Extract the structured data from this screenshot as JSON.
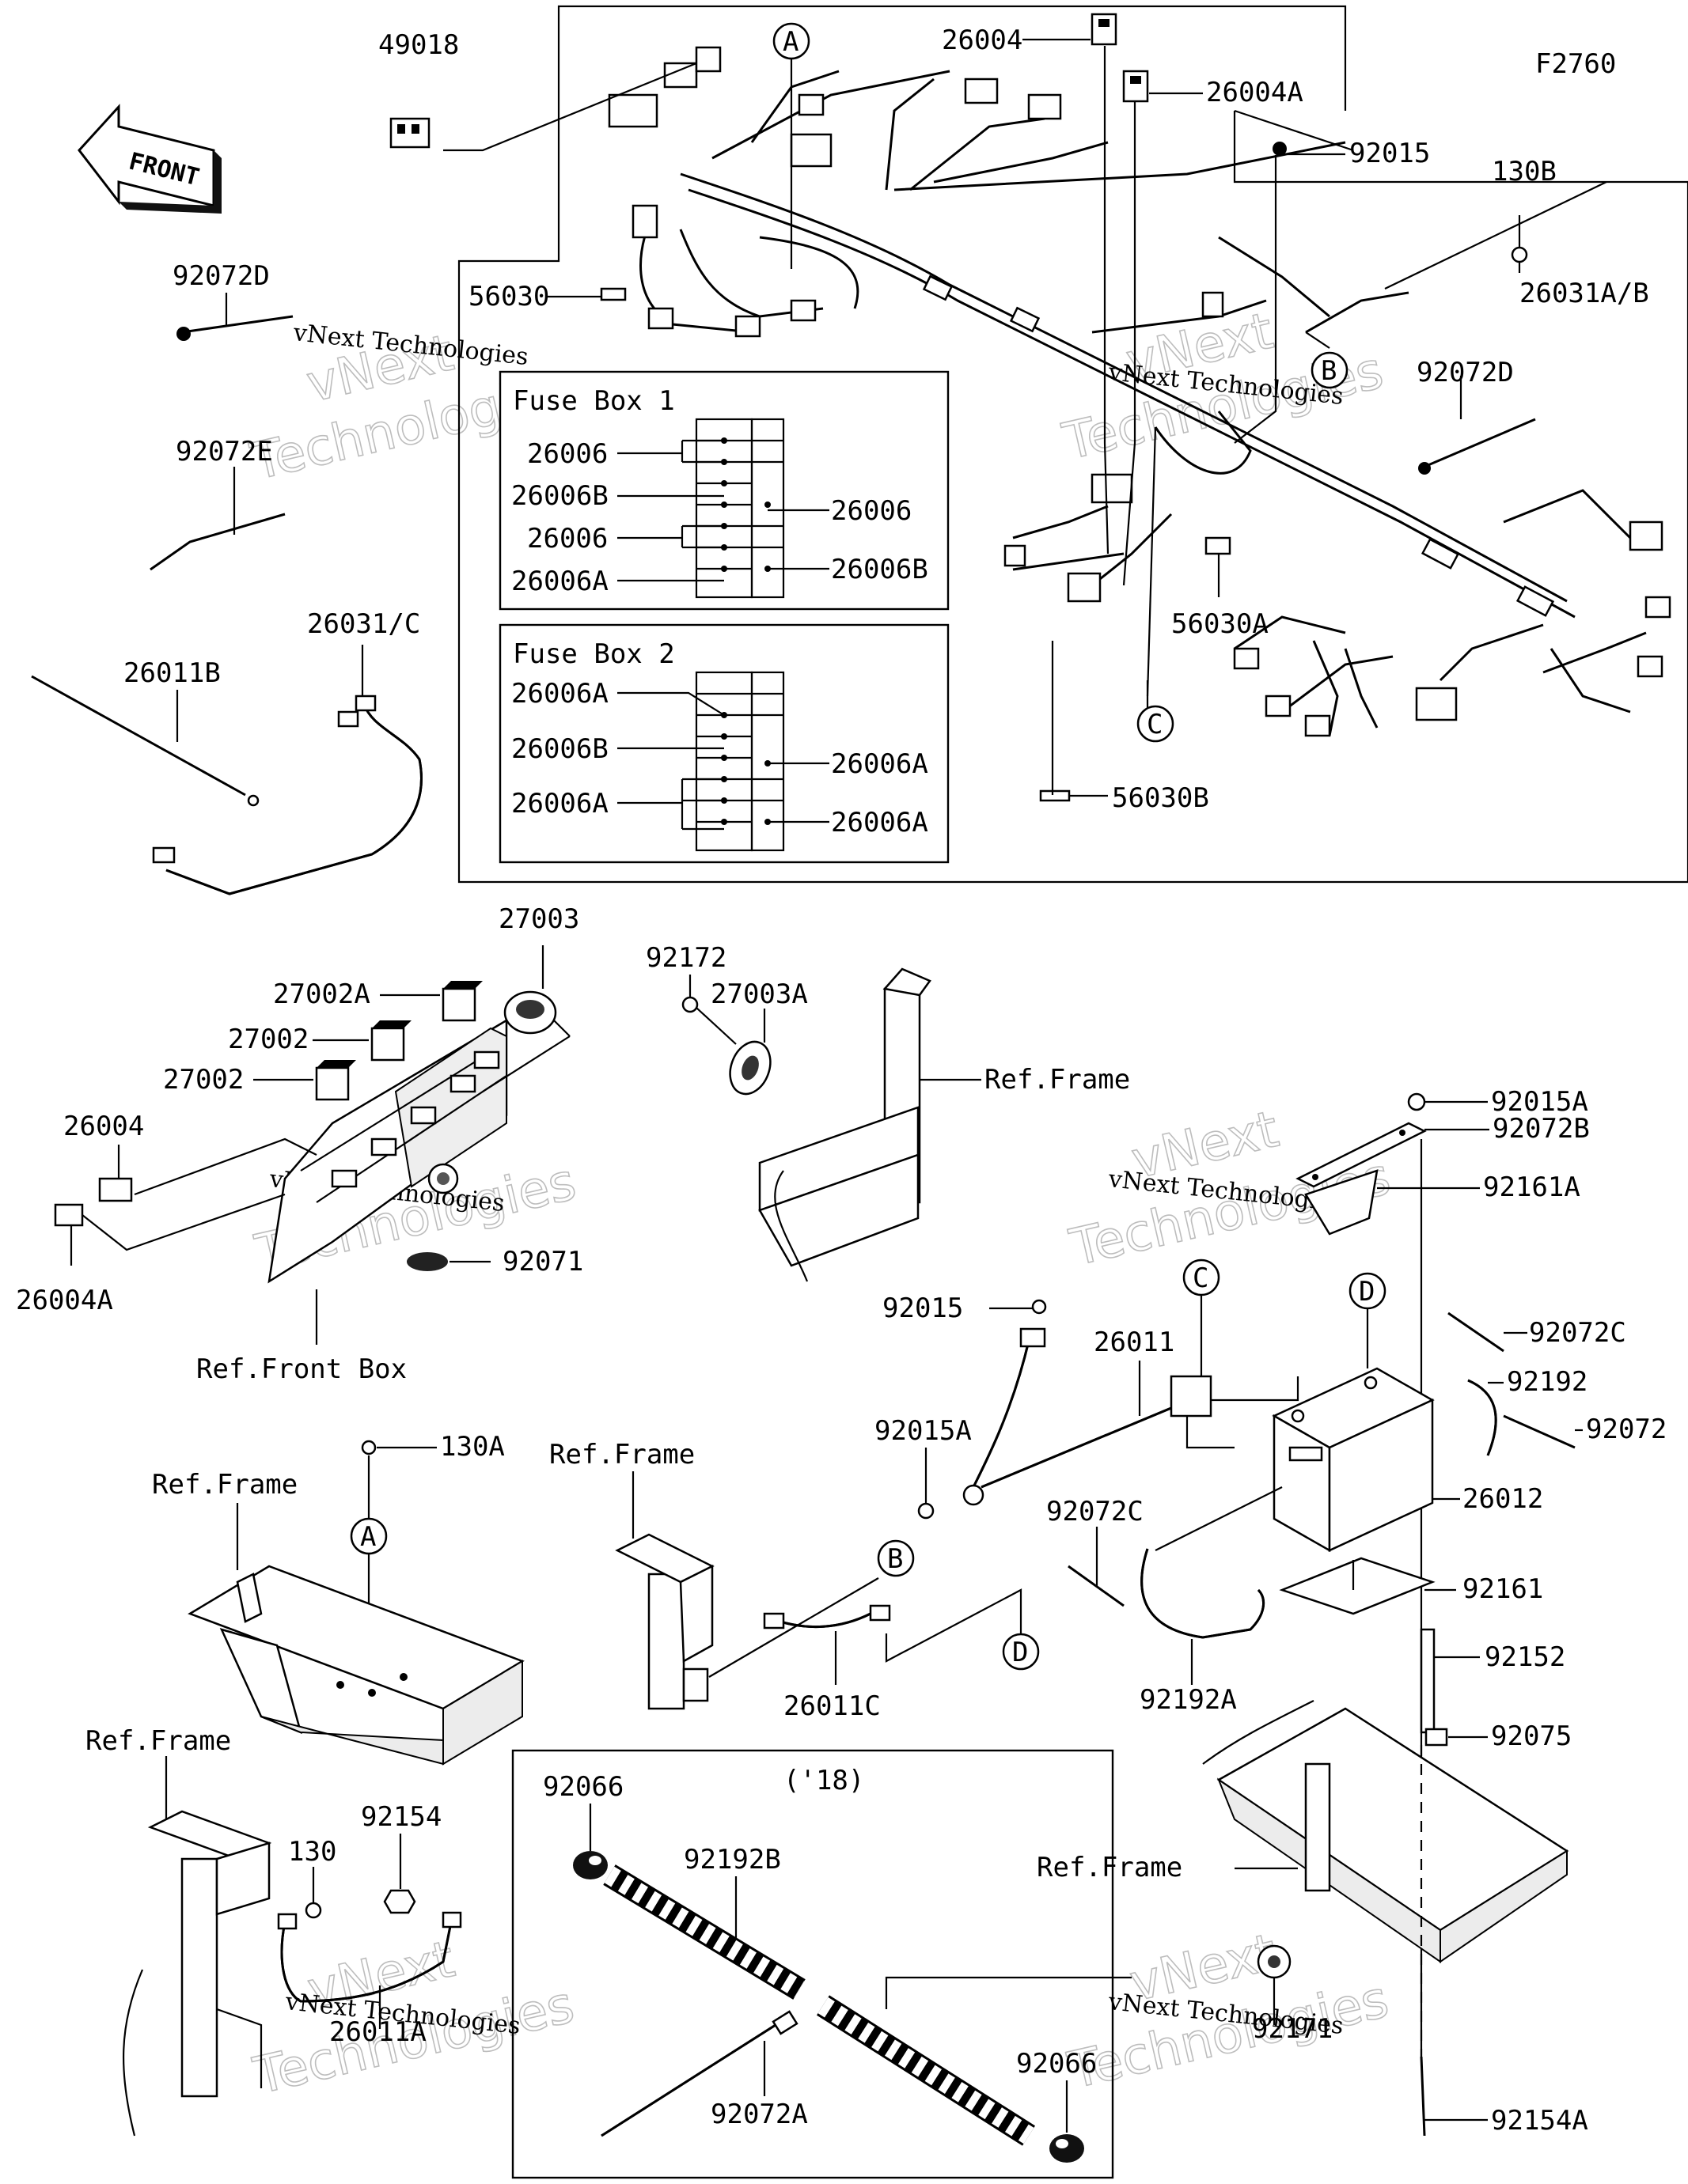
{
  "figure_code": "F2760",
  "front_arrow": "FRONT",
  "watermark": {
    "line1": "vNext",
    "line2": "Technologies",
    "caption": "vNext Technologies"
  },
  "callouts": [
    "A",
    "B",
    "C",
    "D"
  ],
  "model_year": "('18)",
  "fuse_box_1": {
    "title": "Fuse Box 1",
    "left": [
      "26006",
      "26006B",
      "26006",
      "26006A"
    ],
    "right": [
      "26006",
      "26006B"
    ]
  },
  "fuse_box_2": {
    "title": "Fuse Box 2",
    "left": [
      "26006A",
      "26006B",
      "26006A"
    ],
    "right": [
      "26006A",
      "26006A"
    ]
  },
  "labels": {
    "p49018": "49018",
    "p26004_top": "26004",
    "p26004A_top": "26004A",
    "p92015_top": "92015",
    "p130B": "130B",
    "p26031AB": "26031A/B",
    "p92072D_left": "92072D",
    "p92072E": "92072E",
    "p56030": "56030",
    "p92072D_right": "92072D",
    "p56030A": "56030A",
    "p56030B": "56030B",
    "p26011B": "26011B",
    "p26031C": "26031/C",
    "p27003": "27003",
    "p27002A": "27002A",
    "p27002_1": "27002",
    "p27002_2": "27002",
    "p26004": "26004",
    "p26004A": "26004A",
    "p92071": "92071",
    "ref_front_box": "Ref.Front Box",
    "p92172": "92172",
    "p27003A": "27003A",
    "ref_frame_horn": "Ref.Frame",
    "p92015A_top": "92015A",
    "p92072B": "92072B",
    "p92161A": "92161A",
    "p92072C_right": "92072C",
    "p92015_mid": "92015",
    "p26011": "26011",
    "p92192": "92192",
    "p92072": "92072",
    "p92015A_mid": "92015A",
    "p92072C_mid": "92072C",
    "p26012": "26012",
    "p92161": "92161",
    "p92192A": "92192A",
    "p92152": "92152",
    "p92075": "92075",
    "p130A": "130A",
    "ref_frame_1": "Ref.Frame",
    "ref_frame_2": "Ref.Frame",
    "p26011C": "26011C",
    "ref_frame_3": "Ref.Frame",
    "p130": "130",
    "p92154": "92154",
    "p26011A": "26011A",
    "p92066_1": "92066",
    "p92192B": "92192B",
    "p92066_2": "92066",
    "p92072A": "92072A",
    "ref_frame_4": "Ref.Frame",
    "p92171": "92171",
    "p92154A": "92154A"
  }
}
